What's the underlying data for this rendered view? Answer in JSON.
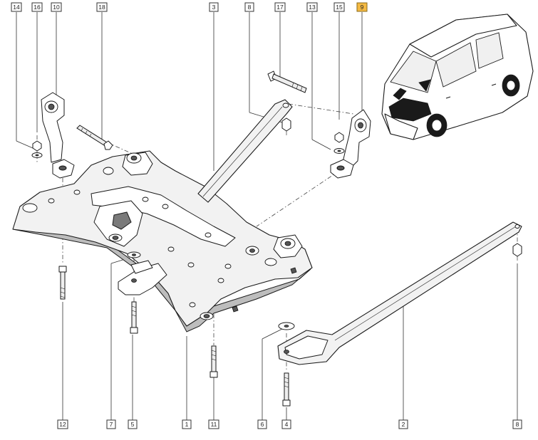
{
  "callouts": {
    "c14": "14",
    "c16": "16",
    "c10": "10",
    "c18": "18",
    "c3": "3",
    "c8_top": "8",
    "c17": "17",
    "c13": "13",
    "c15": "15",
    "c9": "9",
    "c12": "12",
    "c7": "7",
    "c5": "5",
    "c1": "1",
    "c11": "11",
    "c6": "6",
    "c4": "4",
    "c2": "2",
    "c8_bottom": "8"
  },
  "colors": {
    "highlight_callout": "#f4b942",
    "line_art": "#1a1a1a",
    "background": "#ffffff"
  },
  "highlighted_callout": "9"
}
